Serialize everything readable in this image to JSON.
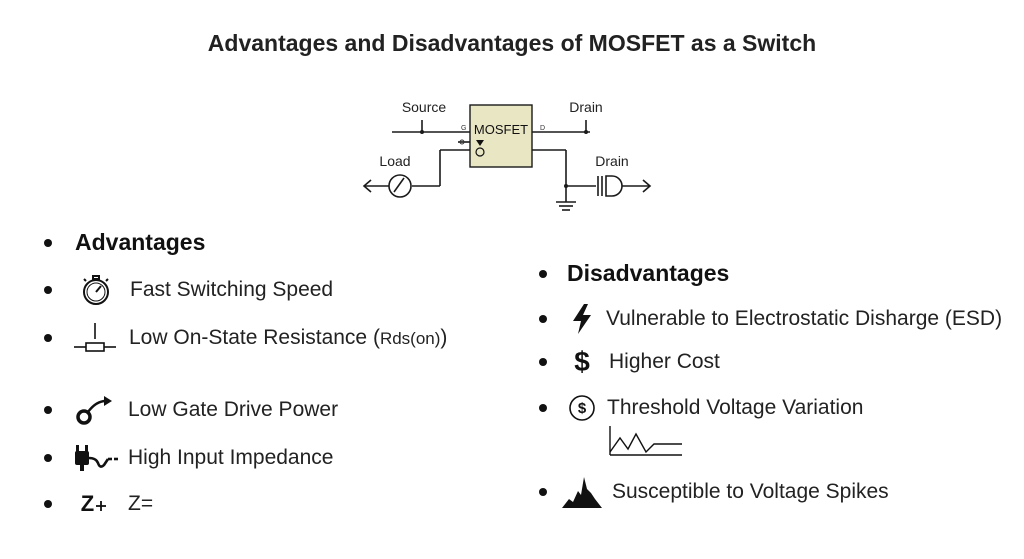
{
  "title": "Advantages and Disadvantages of MOSFET as a Switch",
  "diagram": {
    "source_label": "Source",
    "drain_top_label": "Drain",
    "drain_right_label": "Drain",
    "load_label": "Load",
    "chip_label": "MOSFET",
    "pin_g": "G",
    "pin_d": "D"
  },
  "advantages": {
    "heading": "Advantages",
    "items": [
      {
        "icon": "stopwatch-icon",
        "text": "Fast Switching Speed"
      },
      {
        "icon": "resistor-icon",
        "text": "Low On-State Resistance (",
        "sub": "Rds(on)",
        "suffix": ")"
      },
      {
        "icon": "gate-drive-icon",
        "text": "Low Gate Drive Power"
      },
      {
        "icon": "plug-icon",
        "text": "High Input Impedance"
      },
      {
        "icon": "impedance-icon",
        "icon_text": "Z",
        "text": "Z="
      }
    ]
  },
  "disadvantages": {
    "heading": "Disadvantages",
    "items": [
      {
        "icon": "lightning-icon",
        "text": "Vulnerable to Electrostatic Disharge (ESD)"
      },
      {
        "icon": "dollar-icon",
        "icon_text": "$",
        "text": "Higher Cost"
      },
      {
        "icon": "coin-dollar-icon",
        "icon_text": "$",
        "text": "Threshold Voltage Variation"
      },
      {
        "icon": "spike-mountain-icon",
        "text": "Susceptible to Voltage Spikes"
      }
    ]
  },
  "colors": {
    "chip_fill": "#e9e6c4",
    "line": "#1a1a1a",
    "text": "#222222"
  }
}
